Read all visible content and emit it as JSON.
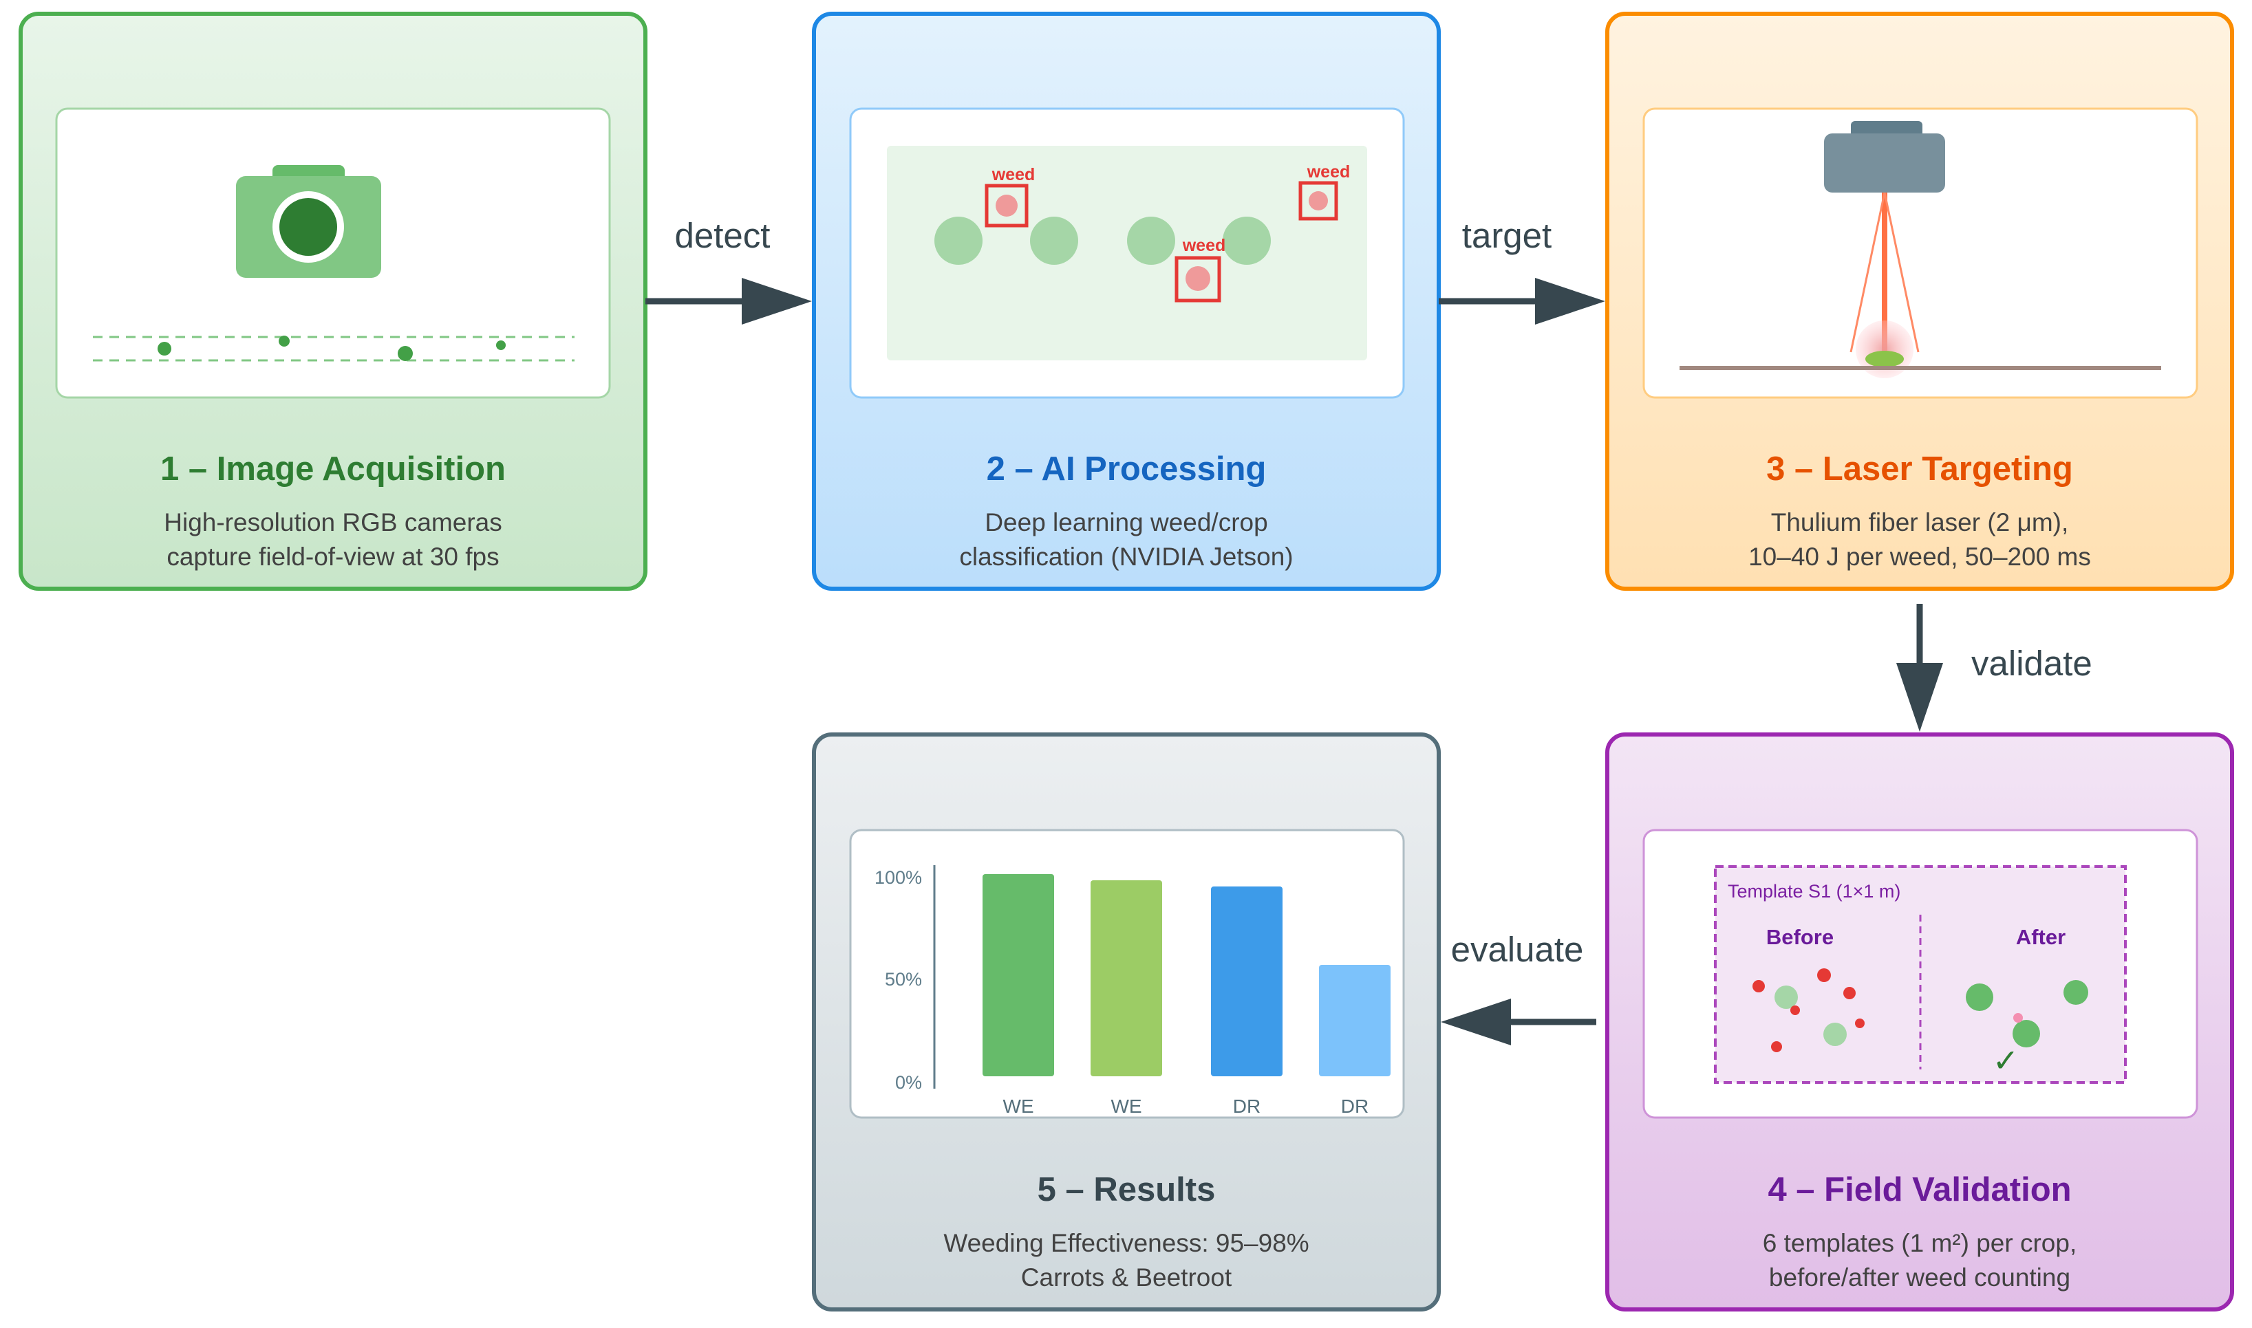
{
  "colors": {
    "green": "#2e7d32",
    "blue": "#1565c0",
    "orange": "#e65100",
    "purple": "#6a1b9a",
    "slate": "#37474f",
    "arrow": "#37474f",
    "weed_red": "#e53935"
  },
  "arrows": {
    "detect": "detect",
    "target": "target",
    "validate": "validate",
    "evaluate": "evaluate"
  },
  "stages": [
    {
      "title": "1 – Image Acquisition",
      "desc_line1": "High-resolution RGB cameras",
      "desc_line2": "capture field-of-view at 30 fps",
      "icon": "camera-icon"
    },
    {
      "title": "2 – AI Processing",
      "desc_line1": "Deep learning weed/crop",
      "desc_line2": "classification (NVIDIA Jetson)",
      "weed_labels": [
        "weed",
        "weed",
        "weed"
      ]
    },
    {
      "title": "3 – Laser Targeting",
      "desc_line1": "Thulium fiber laser (2 μm),",
      "desc_line2": "10–40 J per weed, 50–200 ms",
      "icon": "laser-icon"
    },
    {
      "title": "4 – Field Validation",
      "desc_line1": "6 templates (1 m²) per crop,",
      "desc_line2": "before/after weed counting",
      "template_label": "Template S1 (1×1 m)",
      "before_label": "Before",
      "after_label": "After",
      "check_mark": "✓"
    },
    {
      "title": "5 – Results",
      "desc_line1": "Weeding Effectiveness: 95–98%",
      "desc_line2": "Carrots & Beetroot"
    }
  ],
  "chart_data": {
    "type": "bar",
    "categories": [
      "WE",
      "WE",
      "DR",
      "DR"
    ],
    "values": [
      98,
      95,
      92,
      54
    ],
    "colors": [
      "#66bb6a",
      "#9ccc65",
      "#3d9be9",
      "#7cc2fb"
    ],
    "yticks": [
      "100%",
      "50%",
      "0%"
    ],
    "ylim": [
      0,
      100
    ]
  }
}
